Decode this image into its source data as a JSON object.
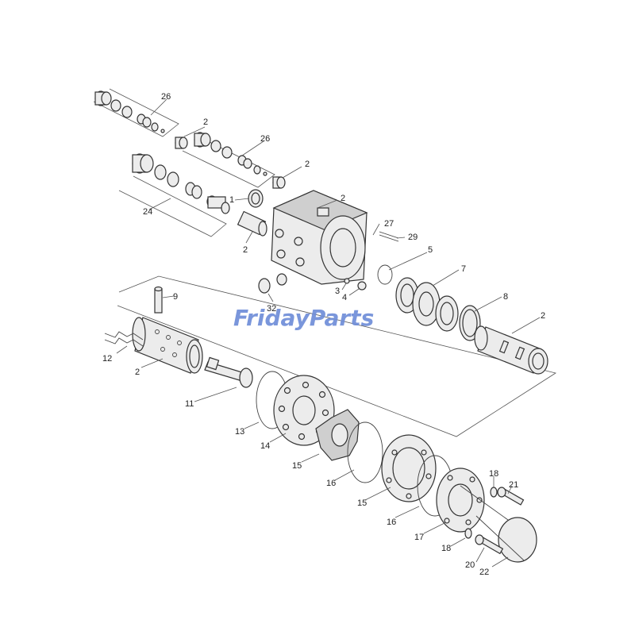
{
  "watermark": {
    "text": "FridayParts",
    "primary": "#6f8ed8",
    "accent": "#f2a33a"
  },
  "callouts": {
    "c26a": "26",
    "c26b": "26",
    "c24": "24",
    "c2_top": "2",
    "c2_valve": "2",
    "c2_housing": "2",
    "c2_spool": "2",
    "c2_sleeve": "2",
    "c2_drive": "2",
    "c1": "1",
    "c27": "27",
    "c29": "29",
    "c5": "5",
    "c7": "7",
    "c8": "8",
    "c3": "3",
    "c4": "4",
    "c32": "32",
    "c9": "9",
    "c12": "12",
    "c11": "11",
    "c13": "13",
    "c14": "14",
    "c15a": "15",
    "c15b": "15",
    "c16a": "16",
    "c16b": "16",
    "c17": "17",
    "c18a": "18",
    "c18b": "18",
    "c21": "21",
    "c20": "20",
    "c22": "22"
  }
}
